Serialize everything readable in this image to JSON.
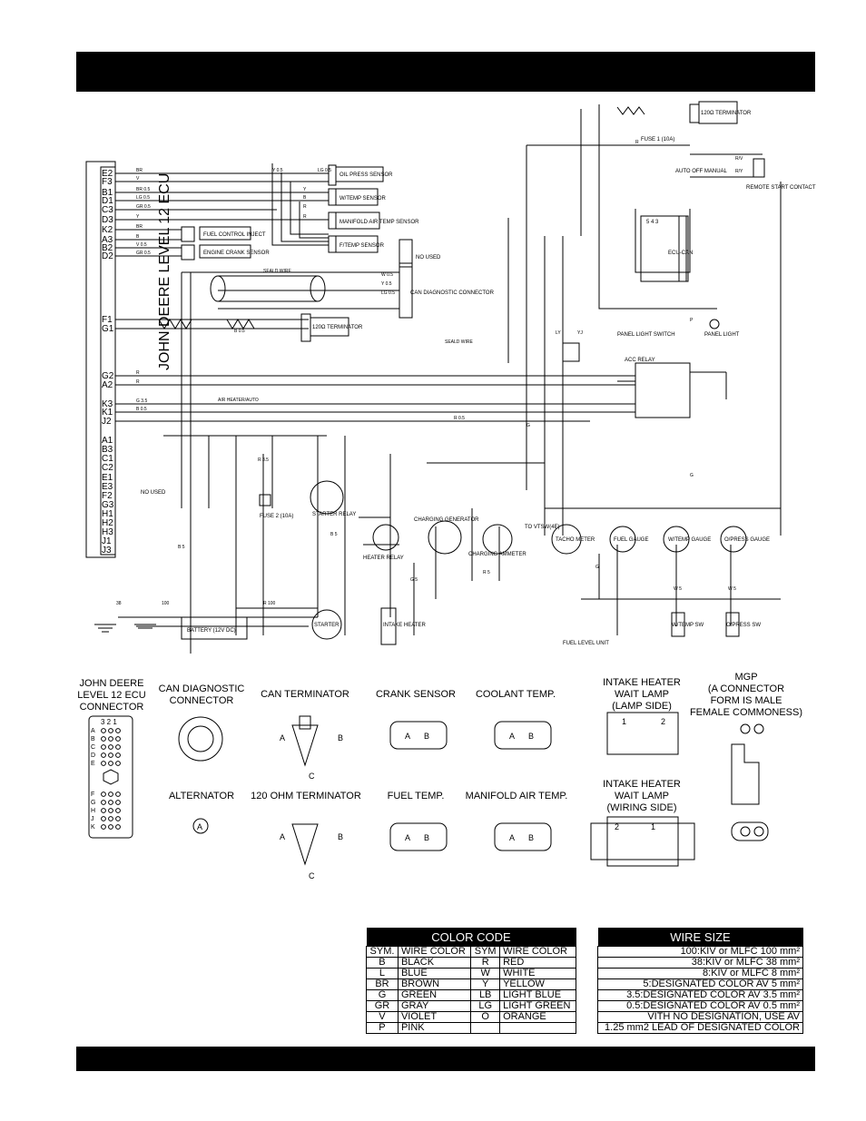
{
  "ecu_strip": {
    "label": "JOHN DEERE   LEVEL 12 ECU",
    "pins": [
      "E2",
      "F3",
      "B1",
      "D1",
      "C3",
      "D3",
      "K2",
      "A3",
      "B2",
      "D2",
      "F1",
      "G1",
      "G2",
      "A2",
      "K3",
      "K1",
      "J2",
      "A1",
      "B3",
      "C1",
      "C2",
      "E1",
      "E3",
      "F2",
      "G3",
      "H1",
      "H2",
      "H3",
      "J1",
      "J3"
    ],
    "not_used": "NO USED"
  },
  "wire_labels": [
    "BR",
    "V",
    "BR 0.5",
    "LG 0.5",
    "GR 0.5",
    "Y",
    "BR",
    "B",
    "V 0.5",
    "GR 0.5",
    "Y 0.5",
    "LG 0.5",
    "Y",
    "B",
    "R",
    "R",
    "R",
    "R",
    "G 3.5",
    "B 0.5",
    "R 0.5",
    "W 0.5",
    "Y 0.5",
    "LG 0.5",
    "B 0.5",
    "SEALD WIRE",
    "SEALD WIRE",
    "AIR HEATER/AUTO",
    "R 3.5",
    "B 5",
    "R 100",
    "100",
    "38",
    "B 5",
    "G 5",
    "R 5",
    "G",
    "G",
    "W 5",
    "W 5",
    "R/V",
    "R/Y",
    "P",
    "LY",
    "YJ",
    "G",
    "R"
  ],
  "components": {
    "oil_press": "OIL PRESS SENSOR",
    "w_temp": "W/TEMP SENSOR",
    "manifold": "MANIFOLD AIR TEMP SENSOR",
    "f_temp": "F/TEMP SENSOR",
    "not_used": "NO USED",
    "fuel_control": "FUEL CONTROL INJECT",
    "crank": "ENGINE CRANK SENSOR",
    "can_diag": "CAN DIAGNOSTIC CONNECTOR",
    "terminator_mid": "120Ω TERMINATOR",
    "terminator_top": "120Ω TERMINATOR",
    "fuse1": "FUSE 1 (10A)",
    "auto_off_manual": "AUTO OFF MANUAL",
    "remote": "REMOTE START CONTACT",
    "ecu_can": "ECU-CAN",
    "ecu_can_pins": "5 4 3",
    "panel_switch": "PANEL LIGHT SWITCH",
    "panel_light": "PANEL LIGHT",
    "acc_relay": "ACC RELAY",
    "fuse2": "FUSE 2 (10A)",
    "starter_relay": "STARTER RELAY",
    "heater_relay": "HEATER RELAY",
    "charging_gen": "CHARGING GENERATOR",
    "charging_ammeter": "CHARGING AMMETER",
    "to_vtsw": "TO VTSW(4E)",
    "tacho": "TACHO METER",
    "fuel_gauge": "FUEL GAUGE",
    "wtemp_gauge": "W/TEMP GAUGE",
    "opress_gauge": "O/PRESS GAUGE",
    "battery": "BATTERY (12V DC)",
    "starter": "STARTER",
    "intake_heater": "INTAKE HEATER",
    "fuel_level": "FUEL LEVEL UNIT",
    "wtemp_sw": "W/TEMP SW",
    "opress_sw": "O/PRESS SW"
  },
  "connectors": {
    "row1": [
      "JOHN DEERE\nLEVEL 12 ECU\nCONNECTOR",
      "CAN DIAGNOSTIC\nCONNECTOR",
      "CAN TERMINATOR",
      "CRANK SENSOR",
      "COOLANT TEMP.",
      "INTAKE HEATER\nWAIT LAMP\n(LAMP SIDE)",
      "MGP\n(A CONNECTOR\nFORM IS MALE\nFEMALE COMMONESS)"
    ],
    "row2": [
      "ALTERNATOR",
      "120 OHM TERMINATOR",
      "FUEL TEMP.",
      "MANIFOLD AIR TEMP.",
      "INTAKE HEATER\nWAIT LAMP\n(WIRING SIDE)"
    ],
    "pin_a": "A",
    "pin_b": "B",
    "pin_c": "C",
    "pin_1": "1",
    "pin_2": "2",
    "ecu_cols": "3 2 1",
    "ecu_rows_top": [
      "A",
      "B",
      "C",
      "D",
      "E"
    ],
    "ecu_rows_bottom": [
      "F",
      "G",
      "H",
      "J",
      "K"
    ]
  },
  "color_code": {
    "title": "COLOR CODE",
    "headers": [
      "SYM.",
      "WIRE COLOR",
      "SYM",
      "WIRE COLOR"
    ],
    "rows": [
      [
        "B",
        "BLACK",
        "R",
        "RED"
      ],
      [
        "L",
        "BLUE",
        "W",
        "WHITE"
      ],
      [
        "BR",
        "BROWN",
        "Y",
        "YELLOW"
      ],
      [
        "G",
        "GREEN",
        "LB",
        "LIGHT BLUE"
      ],
      [
        "GR",
        "GRAY",
        "LG",
        "LIGHT GREEN"
      ],
      [
        "V",
        "VIOLET",
        "O",
        "ORANGE"
      ],
      [
        "P",
        "PINK",
        "",
        ""
      ]
    ]
  },
  "wire_size": {
    "title": "WIRE SIZE",
    "rows": [
      "100:KIV or MLFC 100 mm²",
      "38:KIV or MLFC 38 mm²",
      "8:KIV or MLFC 8 mm²",
      "5:DESIGNATED COLOR AV 5 mm²",
      "3.5:DESIGNATED COLOR AV 3.5 mm²",
      "0.5:DESIGNATED COLOR AV 0.5 mm²",
      "VITH NO DESIGNATION, USE AV",
      "1.25 mm2 LEAD OF DESIGNATED COLOR"
    ]
  }
}
